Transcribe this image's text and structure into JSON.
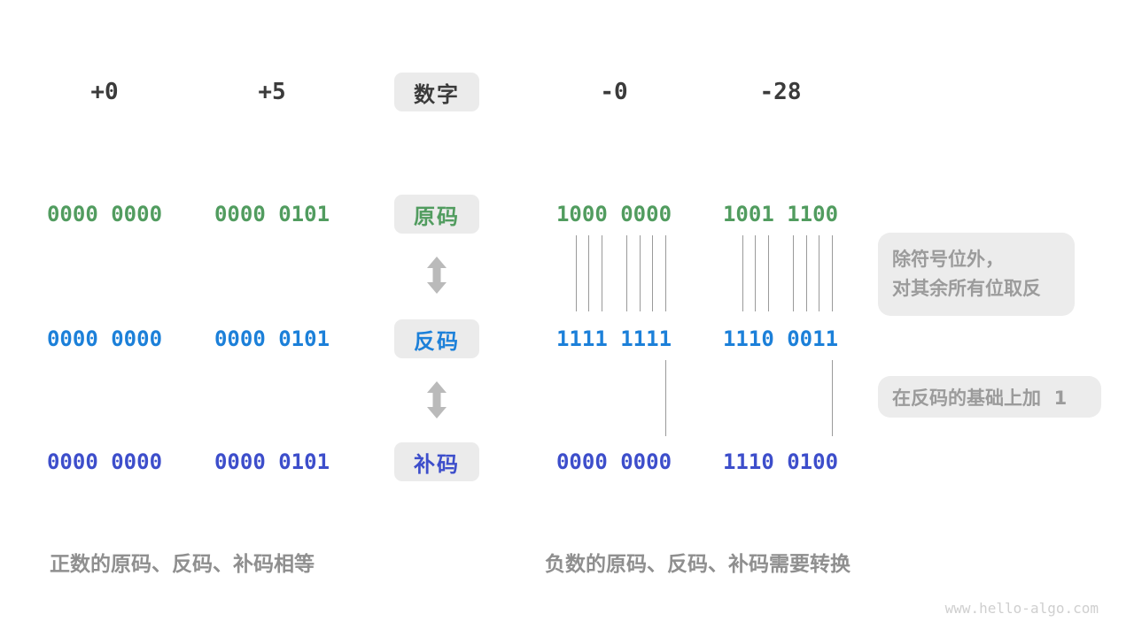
{
  "colors": {
    "sign_magnitude": "#519c5f",
    "ones_complement": "#1c80d9",
    "twos_complement": "#3d4ecb",
    "header_text": "#3b3b3b",
    "badge_bg": "#ebebeb",
    "note_bg": "#ececec",
    "note_text": "#9b9b9b",
    "caption_text": "#8f8f8f",
    "arrow": "#bababa",
    "tick_line": "#9a9a9a",
    "watermark": "#cfcfcf"
  },
  "header_row": {
    "badge": "数字",
    "labels": [
      "+0",
      "+5",
      "-0",
      "-28"
    ]
  },
  "code_rows": [
    {
      "badge": "原码",
      "values": [
        "0000 0000",
        "0000 0101",
        "1000 0000",
        "1001 1100"
      ]
    },
    {
      "badge": "反码",
      "values": [
        "0000 0000",
        "0000 0101",
        "1111 1111",
        "1110 0011"
      ]
    },
    {
      "badge": "补码",
      "values": [
        "0000 0000",
        "0000 0101",
        "0000 0000",
        "1110 0100"
      ]
    }
  ],
  "annotations": {
    "flip": {
      "line1": "除符号位外，",
      "line2": "对其余所有位取反"
    },
    "add_one": "在反码的基础上加  1"
  },
  "captions": {
    "positive": "正数的原码、反码、补码相等",
    "negative": "负数的原码、反码、补码需要转换"
  },
  "watermark": "www.hello-algo.com"
}
